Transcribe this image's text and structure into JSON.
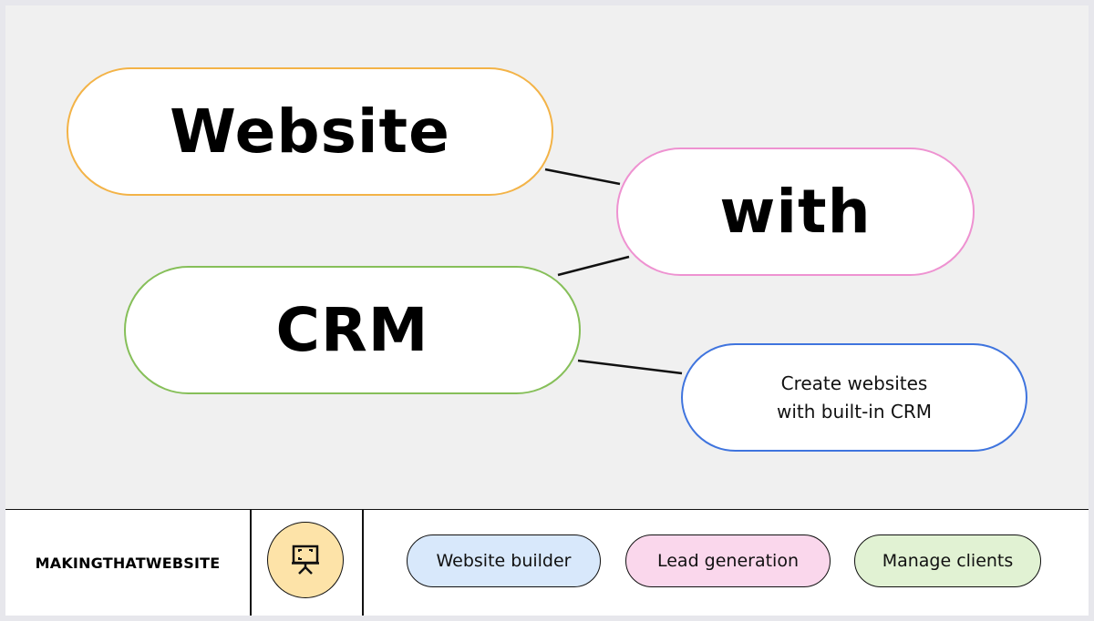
{
  "diagram": {
    "nodes": {
      "website": "Website",
      "with": "with",
      "crm": "CRM",
      "note_line1": "Create websites",
      "note_line2": "with built-in CRM"
    },
    "edges": [
      [
        "website",
        "with"
      ],
      [
        "crm",
        "with"
      ],
      [
        "crm",
        "note"
      ]
    ],
    "colors": {
      "website_border": "#f3b347",
      "with_border": "#ee92d1",
      "crm_border": "#86bf59",
      "note_border": "#3f74de",
      "canvas_bg": "#f0f0f0"
    }
  },
  "footer": {
    "brand": "MAKINGTHATWEBSITE",
    "logo_icon": "presentation-board-icon",
    "logo_bg": "#fde3a8",
    "tags": [
      {
        "label": "Website builder",
        "color": "#d8e8fb"
      },
      {
        "label": "Lead generation",
        "color": "#fad7ec"
      },
      {
        "label": "Manage clients",
        "color": "#e1f2d3"
      }
    ]
  }
}
